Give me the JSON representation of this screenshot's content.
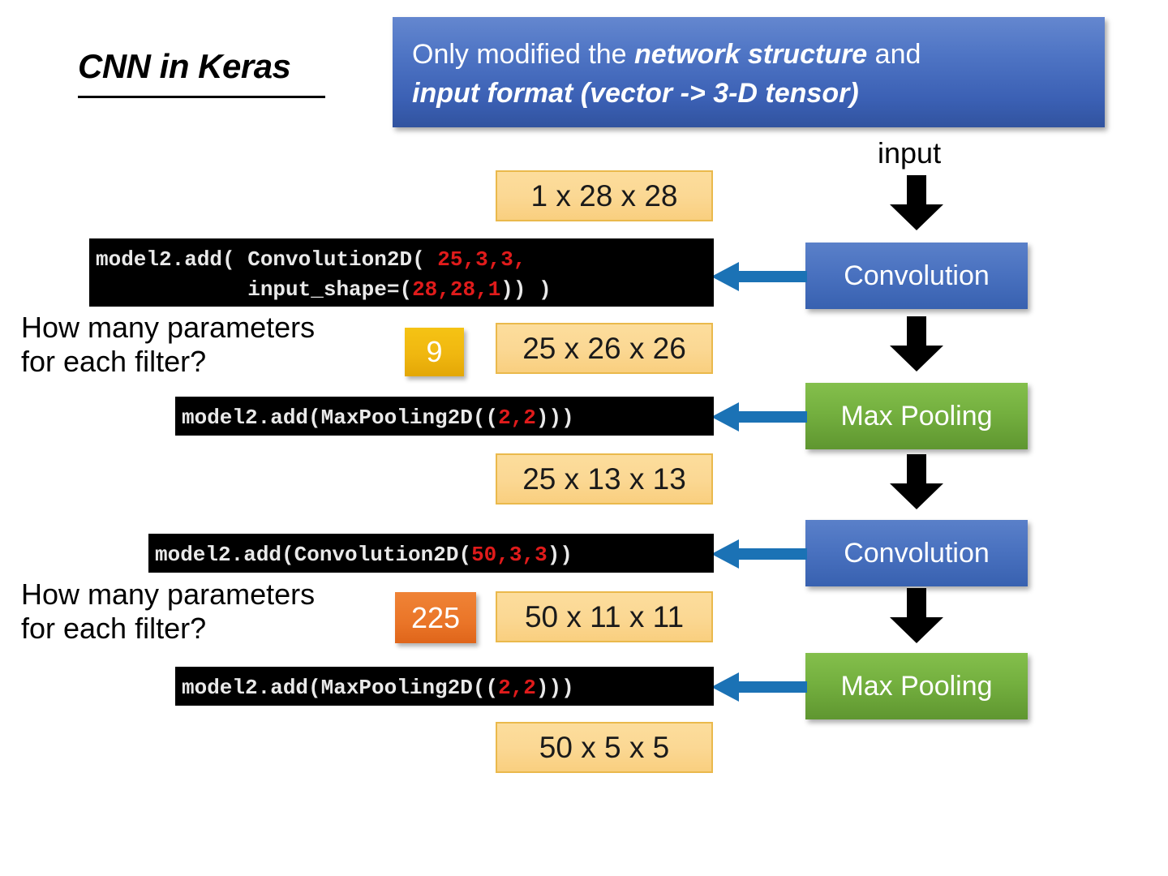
{
  "slide": {
    "title": "CNN in Keras",
    "banner": {
      "line1_before": "Only modified the ",
      "line1_em": "network structure",
      "line1_after": " and",
      "line2_em": "input format (vector -> 3-D tensor)",
      "background_top": "#6487cf",
      "background_bottom": "#31539f",
      "text_color": "#ffffff"
    }
  },
  "pipeline": {
    "input_label": "input",
    "stages": [
      {
        "label": "Convolution",
        "color": "#4a72c0",
        "kind": "convolution"
      },
      {
        "label": "Max Pooling",
        "color": "#74b03f",
        "kind": "pooling"
      },
      {
        "label": "Convolution",
        "color": "#4a72c0",
        "kind": "convolution"
      },
      {
        "label": "Max Pooling",
        "color": "#74b03f",
        "kind": "pooling"
      }
    ],
    "connector_color": "#1b72b5",
    "arrow_color": "#000000"
  },
  "code": {
    "conv1": {
      "line1_a": "model2.add( Convolution2D( ",
      "line1_r": "25,3,3,",
      "line2_a": "            input_shape=(",
      "line2_r": "28,28,1",
      "line2_b": ")) )"
    },
    "pool1": {
      "a": "model2.add(MaxPooling2D((",
      "r": "2,2",
      "b": ")))"
    },
    "conv2": {
      "a": "model2.add(Convolution2D(",
      "r": "50,3,3",
      "b": "))"
    },
    "pool2": {
      "a": "model2.add(MaxPooling2D((",
      "r": "2,2",
      "b": ")))"
    },
    "background": "#000000",
    "text_color": "#e9e9e9",
    "highlight_color": "#e01b1b"
  },
  "shapes": [
    {
      "text": "1 x 28 x 28",
      "name": "input-shape"
    },
    {
      "text": "25 x 26 x 26",
      "name": "after-conv1-shape"
    },
    {
      "text": "25 x 13 x 13",
      "name": "after-pool1-shape"
    },
    {
      "text": "50 x 11 x 11",
      "name": "after-conv2-shape"
    },
    {
      "text": "50 x 5 x 5",
      "name": "after-pool2-shape"
    }
  ],
  "shape_box_fill": "#fbd894",
  "shape_box_border": "#eab94c",
  "questions": [
    {
      "line1": "How many parameters",
      "line2": "for each filter?"
    },
    {
      "line1": "How many parameters",
      "line2": "for each filter?"
    }
  ],
  "param_badges": [
    {
      "value": "9",
      "color": "#f0b710"
    },
    {
      "value": "225",
      "color": "#ea7528"
    }
  ]
}
